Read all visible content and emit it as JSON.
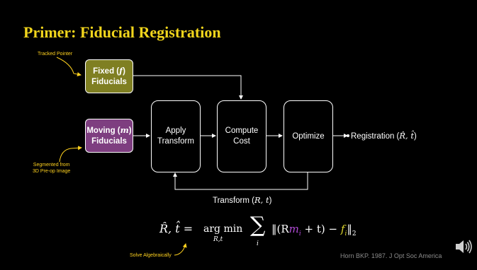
{
  "slide": {
    "title": "Primer: Fiducial Registration",
    "fixed_fiducials": {
      "line1_prefix": "Fixed (",
      "symbol": "f",
      "line1_suffix": ")",
      "line2": "Fiducials"
    },
    "moving_fiducials": {
      "line1_prefix": "Moving (",
      "symbol": "m",
      "line1_suffix": ")",
      "line2": "Fiducials"
    },
    "apply_transform": {
      "line1": "Apply",
      "line2": "Transform"
    },
    "compute_cost": {
      "line1": "Compute",
      "line2": "Cost"
    },
    "optimize": {
      "label": "Optimize"
    },
    "registration_output": {
      "prefix": "Registration (",
      "symbols": "R̂, t̂",
      "suffix": ")"
    },
    "transform_feedback": {
      "prefix": "Transform (",
      "symbols": "R, t",
      "suffix": ")"
    },
    "annotations": {
      "tracked_pointer": "Tracked Pointer",
      "segmented_line1": "Segmented from",
      "segmented_line2": "3D Pre-op Image",
      "solve_algebraically": "Solve Algebraically"
    },
    "equation": {
      "lhs": "R̂, t̂ =",
      "operator": "arg min",
      "operator_sub": "R,t",
      "sum_sub": "i",
      "body_open": "‖(R",
      "m_sym": "m",
      "m_sub": "i",
      "body_mid": " + t) − ",
      "f_sym": "f",
      "f_sub": "i",
      "body_close": "‖",
      "norm_sub": "2"
    },
    "citation": "Horn BKP. 1987. J Opt Soc America",
    "speaker_icon": "speaker-icon"
  },
  "colors": {
    "title": "#f1d51c",
    "fixed_fill": "#7f7f22",
    "moving_fill": "#7e3e80",
    "annotation": "#ffd21f",
    "m_highlight": "#b14bd6",
    "f_highlight": "#d9d22c",
    "citation": "#8a8a8a"
  }
}
